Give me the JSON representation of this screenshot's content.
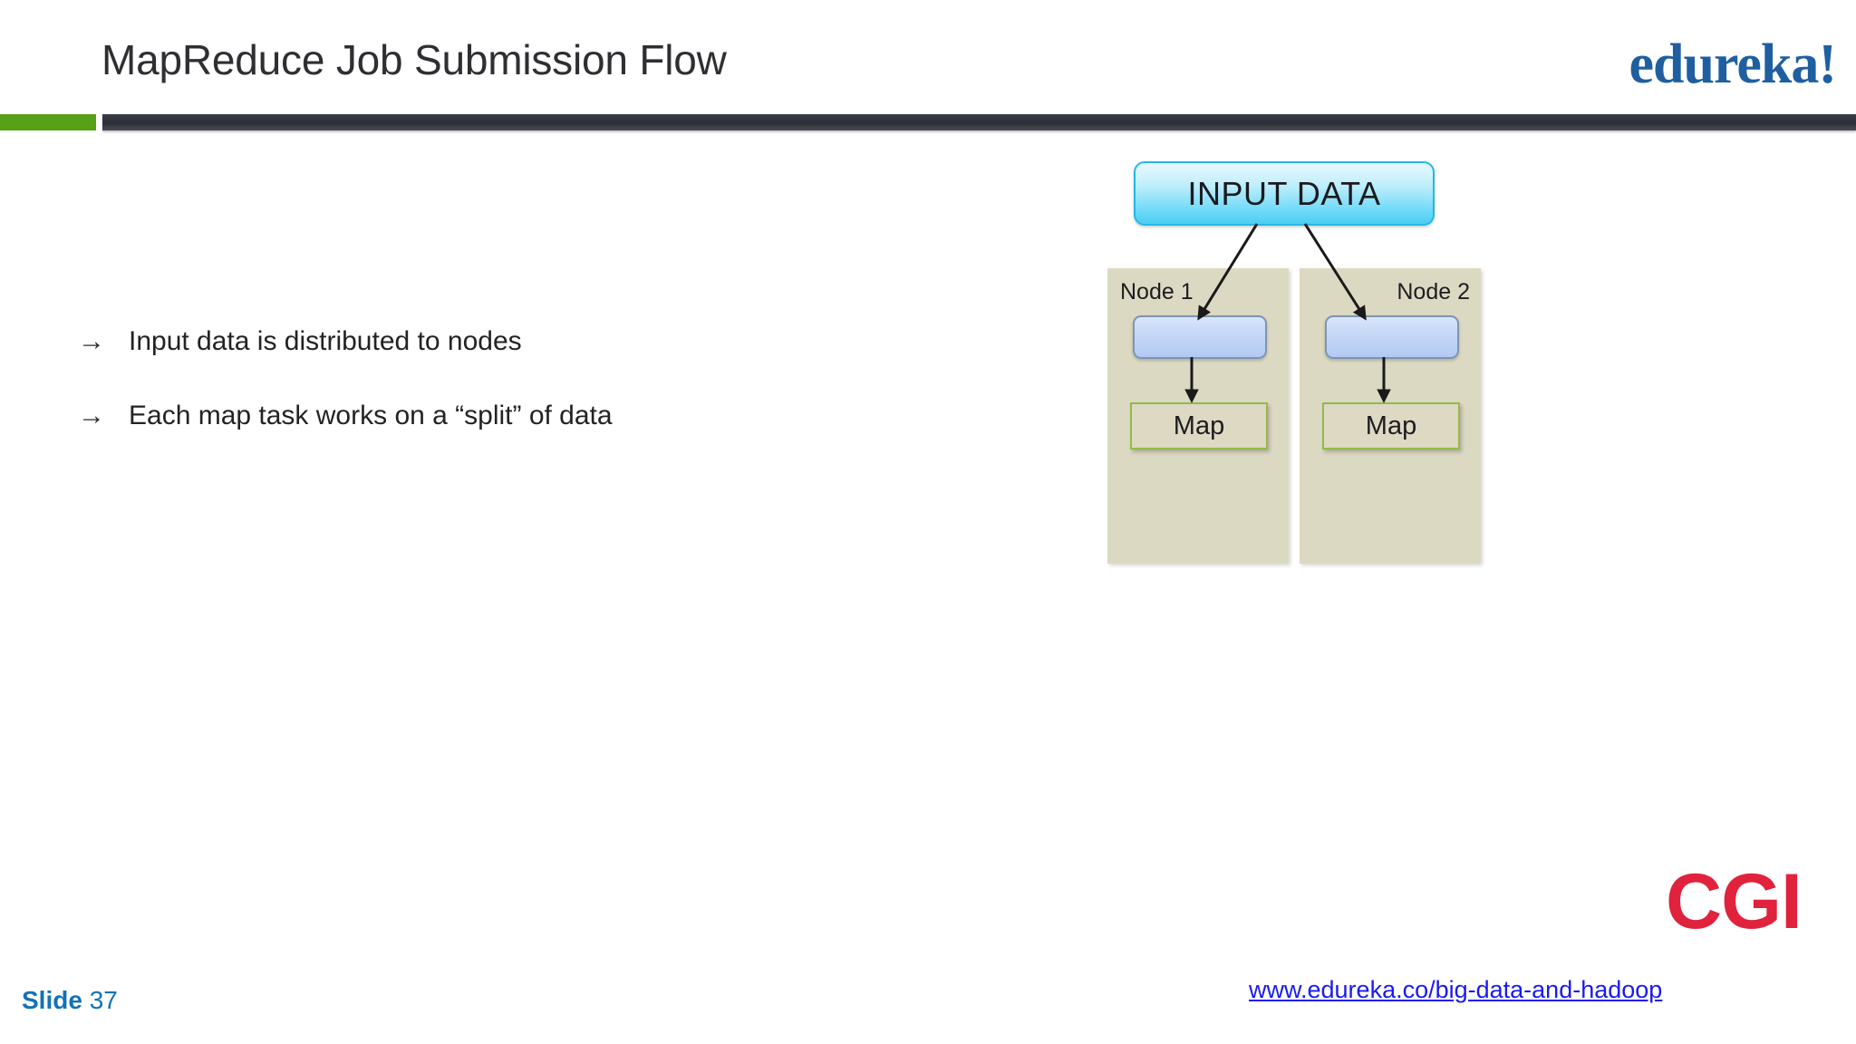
{
  "header": {
    "title": "MapReduce Job Submission Flow",
    "brand": "edureka!",
    "accent_green": "#57a017",
    "accent_dark": "#2d2f36",
    "brand_color": "#1f5fa0"
  },
  "body": {
    "bullets": [
      {
        "marker": "→",
        "text": "Input data is distributed to nodes"
      },
      {
        "marker": "→",
        "text": "Each map task works on a “split” of data"
      }
    ]
  },
  "diagram": {
    "input_data_label": "INPUT DATA",
    "nodes": [
      {
        "label": "Node 1",
        "map_label": "Map"
      },
      {
        "label": "Node 2",
        "map_label": "Map"
      }
    ],
    "colors": {
      "input_box_border": "#24b7e8",
      "input_box_fill": "#6fd9f7",
      "node_panel_fill": "#dcd9c2",
      "split_box_border": "#7d95b5",
      "split_box_fill": "#c3d6f7",
      "map_box_border": "#93bb4a",
      "arrow": "#1a1a1a"
    }
  },
  "footer": {
    "slide_word": "Slide",
    "slide_number": "37",
    "url": "www.edureka.co/big-data-and-hadoop",
    "partner_logo": "CGI",
    "slide_label_color": "#1172b8",
    "url_color": "#1a1af0",
    "partner_color": "#e0223c"
  }
}
